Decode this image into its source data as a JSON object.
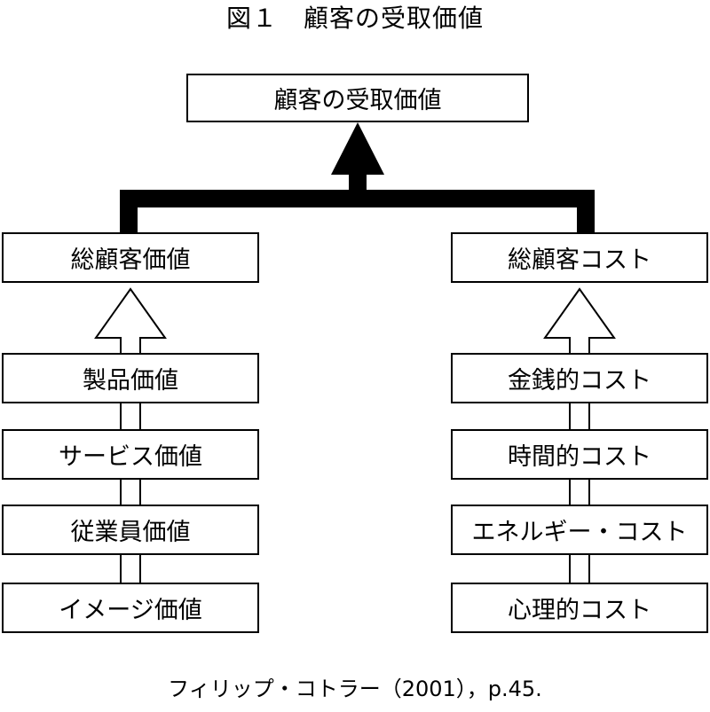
{
  "title": "図１　顧客の受取価値",
  "top_box": "顧客の受取価値",
  "left": {
    "header": "総顧客価値",
    "items": [
      "製品価値",
      "サービス価値",
      "従業員価値",
      "イメージ価値"
    ]
  },
  "right": {
    "header": "総顧客コスト",
    "items": [
      "金銭的コスト",
      "時間的コスト",
      "エネルギー・コスト",
      "心理的コスト"
    ]
  },
  "caption": "フィリップ・コトラー（2001），p.45."
}
